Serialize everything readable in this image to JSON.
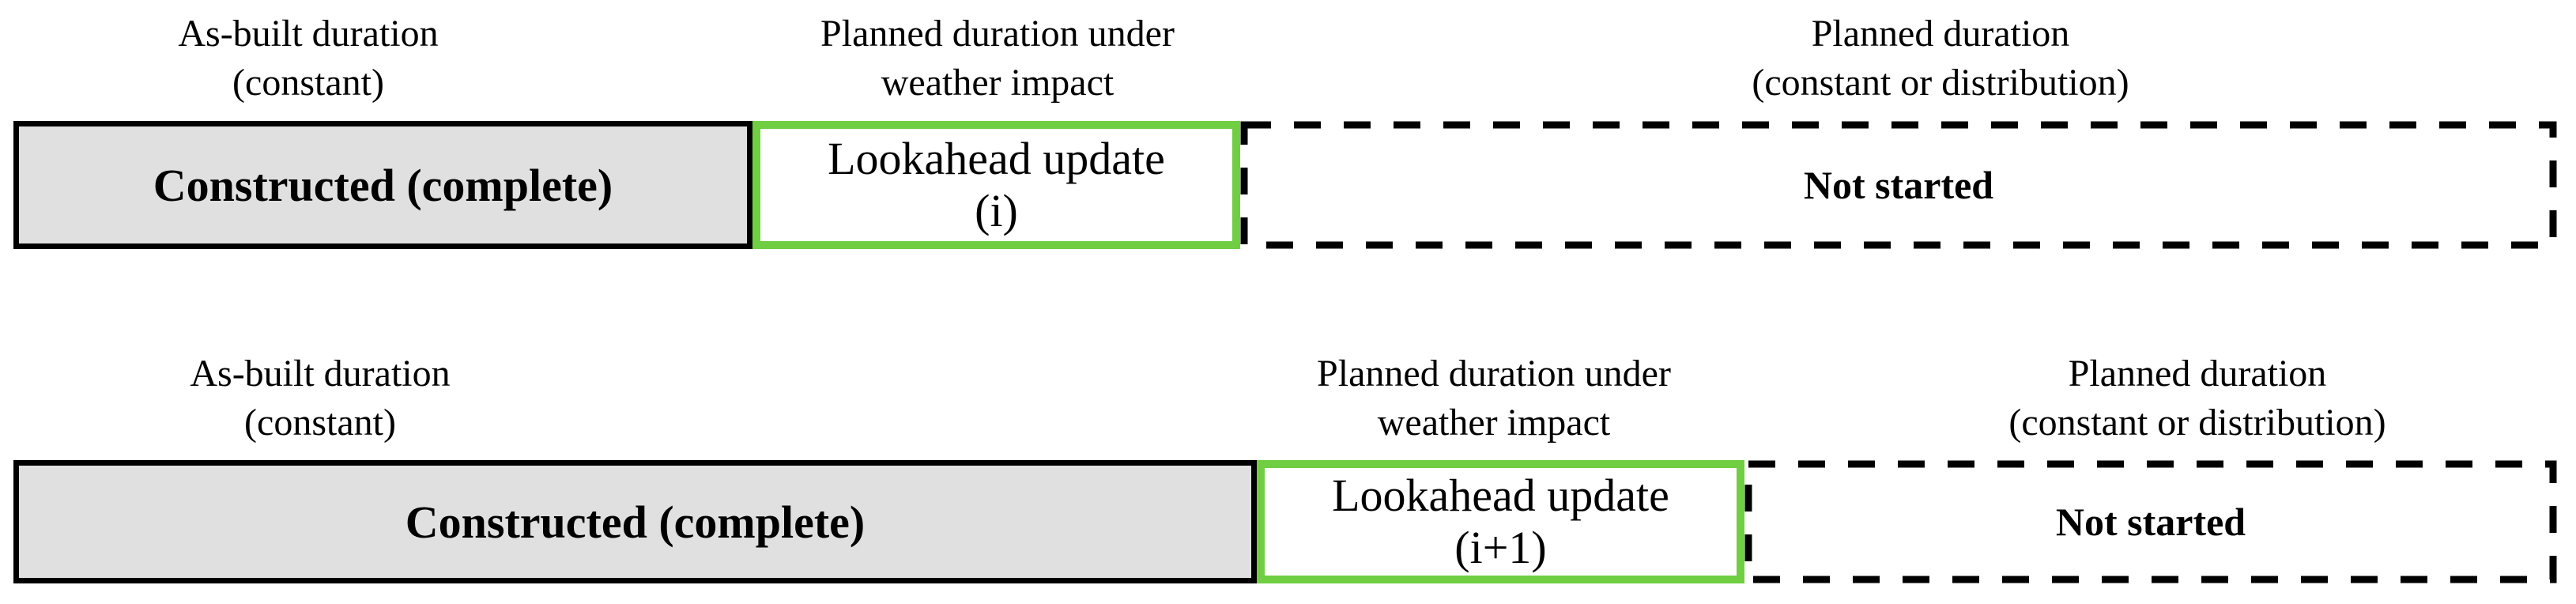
{
  "colors": {
    "page_bg": "#FFFFFF",
    "text": "#000000",
    "border_black": "#000000",
    "completed_fill": "#E0E0E0",
    "lookahead_border": "#6FCE41"
  },
  "rows": [
    {
      "name": "lookahead iteration i",
      "labels": {
        "as_built": {
          "line1": "As-built duration",
          "line2": "(constant)"
        },
        "weather": {
          "line1": "Planned duration under",
          "line2": "weather impact"
        },
        "planned": {
          "line1": "Planned duration",
          "line2": "(constant or distribution)"
        }
      },
      "bars": {
        "constructed": {
          "text": "Constructed (complete)"
        },
        "lookahead": {
          "line1": "Lookahead update",
          "line2": "(i)"
        },
        "not_started": {
          "text": "Not started"
        }
      }
    },
    {
      "name": "lookahead iteration i+1",
      "labels": {
        "as_built": {
          "line1": "As-built duration",
          "line2": "(constant)"
        },
        "weather": {
          "line1": "Planned duration under",
          "line2": "weather impact"
        },
        "planned": {
          "line1": "Planned duration",
          "line2": "(constant or distribution)"
        }
      },
      "bars": {
        "constructed": {
          "text": "Constructed (complete)"
        },
        "lookahead": {
          "line1": "Lookahead update",
          "line2": "(i+1)"
        },
        "not_started": {
          "text": "Not started"
        }
      }
    }
  ]
}
